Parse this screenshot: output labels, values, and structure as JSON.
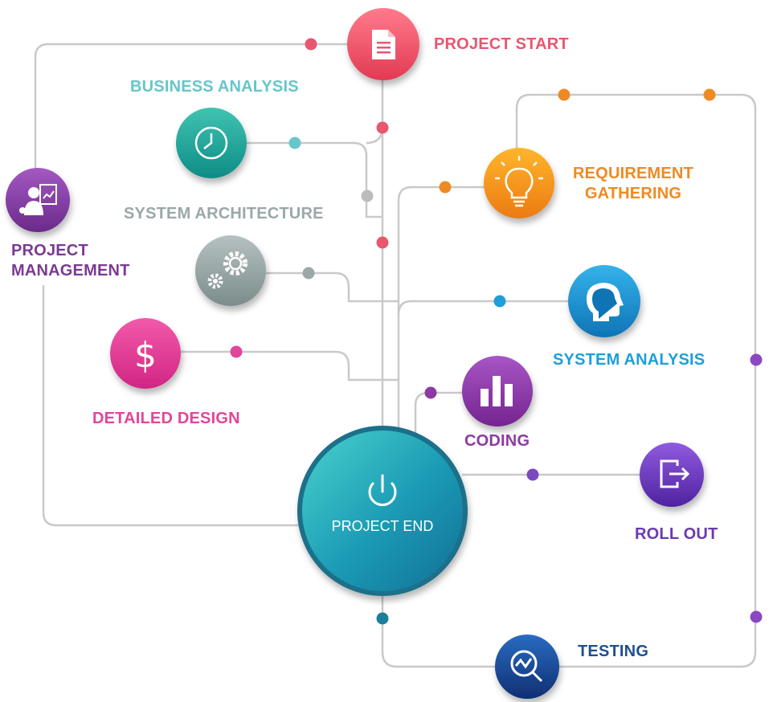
{
  "diagram": {
    "center": {
      "label": "PROJECT END",
      "icon": "power-icon"
    },
    "stages": [
      {
        "id": "project-start",
        "label": "PROJECT START",
        "color": "#e8566f",
        "icon": "document-icon"
      },
      {
        "id": "business-analysis",
        "label": "BUSINESS ANALYSIS",
        "color": "#66c6c9",
        "icon": "clock-icon"
      },
      {
        "id": "project-management",
        "label": "PROJECT MANAGEMENT",
        "color": "#7b3a92",
        "icon": "manager-icon"
      },
      {
        "id": "system-architecture",
        "label": "SYSTEM ARCHITECTURE",
        "color": "#9aa8a8",
        "icon": "gears-icon"
      },
      {
        "id": "detailed-design",
        "label": "DETAILED DESIGN",
        "color": "#e1469a",
        "icon": "dollar-icon"
      },
      {
        "id": "requirement-gathering",
        "label": "REQUIREMENT GATHERING",
        "color": "#ef8a22",
        "icon": "lightbulb-icon"
      },
      {
        "id": "system-analysis",
        "label": "SYSTEM ANALYSIS",
        "color": "#1e9fd8",
        "icon": "head-icon"
      },
      {
        "id": "coding",
        "label": "CODING",
        "color": "#8c3aa2",
        "icon": "bar-chart-icon"
      },
      {
        "id": "roll-out",
        "label": "ROLL OUT",
        "color": "#6a3ab2",
        "icon": "export-icon"
      },
      {
        "id": "testing",
        "label": "TESTING",
        "color": "#1f4f8f",
        "icon": "magnifier-icon"
      }
    ]
  }
}
